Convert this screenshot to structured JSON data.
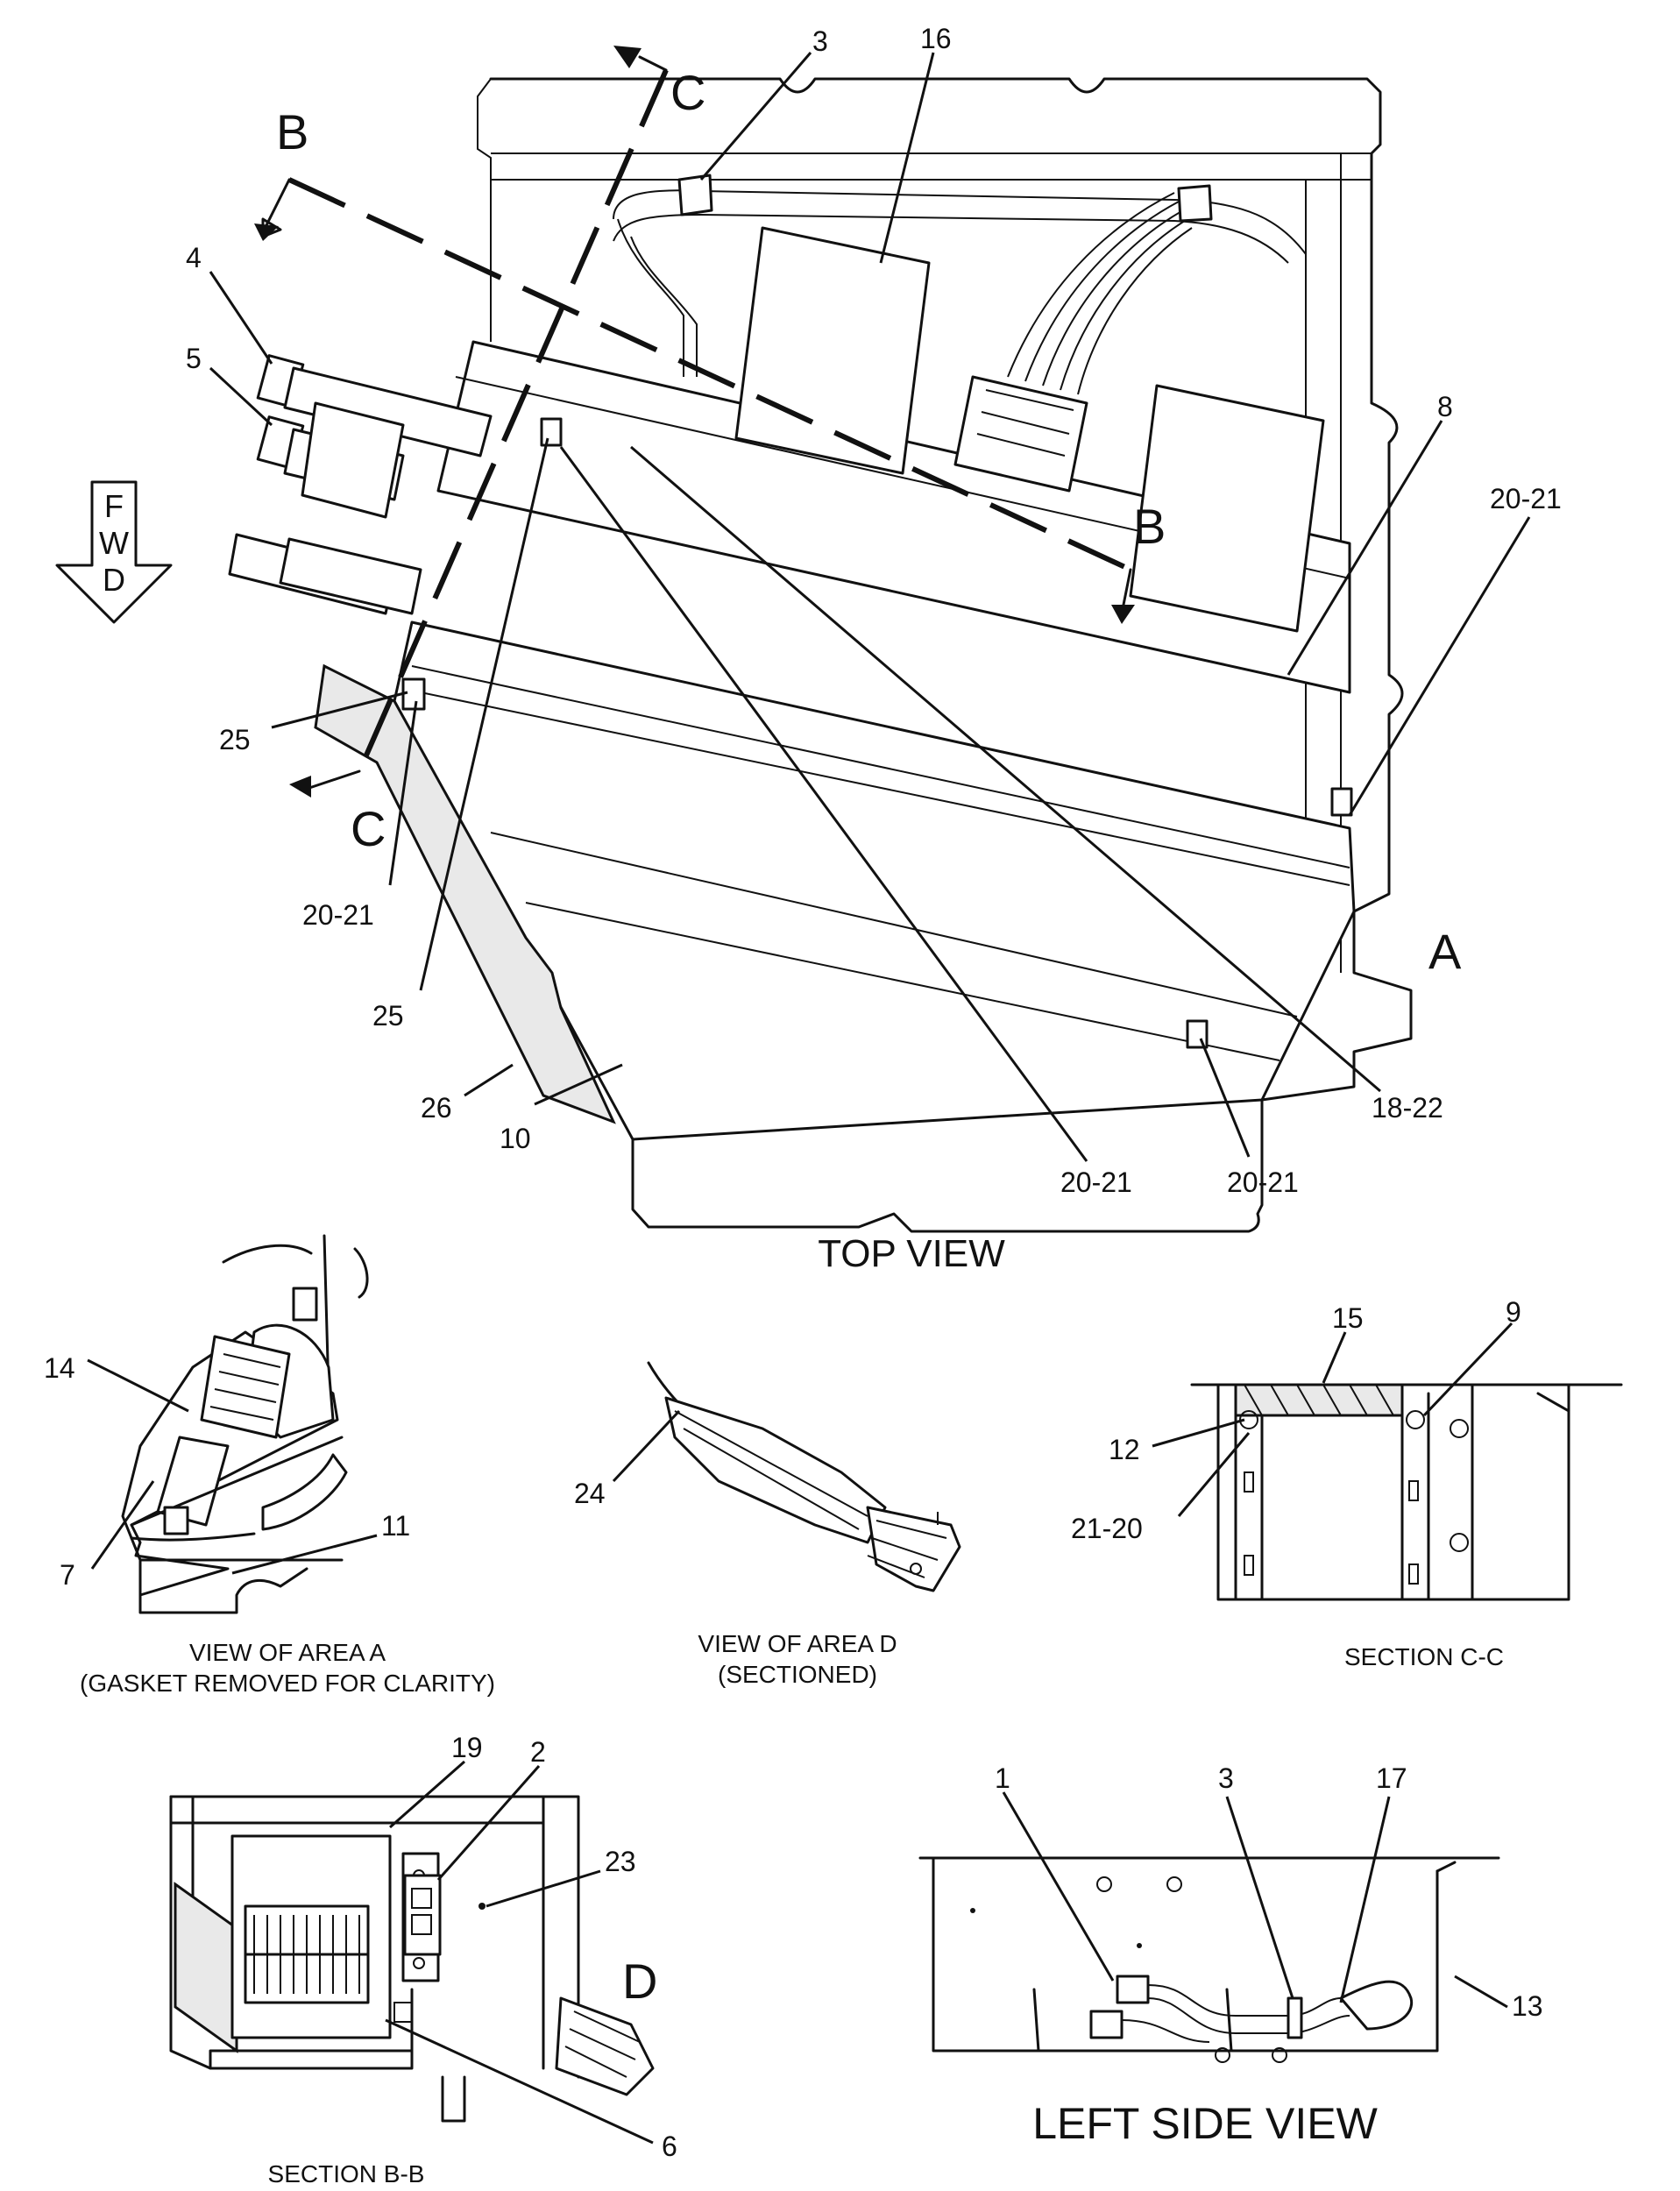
{
  "views": {
    "top": "TOP VIEW",
    "area_a_1": "VIEW OF AREA A",
    "area_a_2": "(GASKET REMOVED FOR CLARITY)",
    "area_d_1": "VIEW OF AREA D",
    "area_d_2": "(SECTIONED)",
    "section_cc": "SECTION C-C",
    "section_bb": "SECTION B-B",
    "left_side": "LEFT SIDE VIEW"
  },
  "direction": {
    "f": "F",
    "w": "W",
    "d": "D"
  },
  "section_letters": {
    "b": "B",
    "c": "C",
    "a": "A",
    "d": "D"
  },
  "callouts": {
    "top": {
      "c3": "3",
      "c16": "16",
      "c4": "4",
      "c5": "5",
      "c8": "8",
      "c20_21_r": "20-21",
      "c25_a": "25",
      "c20_21_l": "20-21",
      "c25_b": "25",
      "c26": "26",
      "c10": "10",
      "c20_21_b": "20-21",
      "c20_21_br": "20-21",
      "c18_22": "18-22"
    },
    "area_a": {
      "c14": "14",
      "c7": "7",
      "c11": "11"
    },
    "area_d": {
      "c24": "24"
    },
    "section_cc": {
      "c15": "15",
      "c9": "9",
      "c12": "12",
      "c21_20": "21-20"
    },
    "section_bb": {
      "c19": "19",
      "c2": "2",
      "c23": "23",
      "c6": "6"
    },
    "left_side": {
      "c1": "1",
      "c3": "3",
      "c17": "17",
      "c13": "13"
    }
  }
}
